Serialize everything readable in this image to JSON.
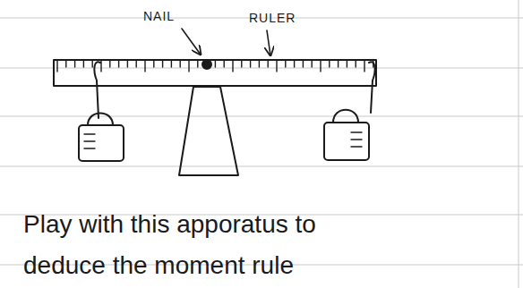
{
  "diagram": {
    "caption": "Play with this apporatus to deduce the moment rule",
    "labels": [
      "NAIL",
      "RULER"
    ]
  }
}
